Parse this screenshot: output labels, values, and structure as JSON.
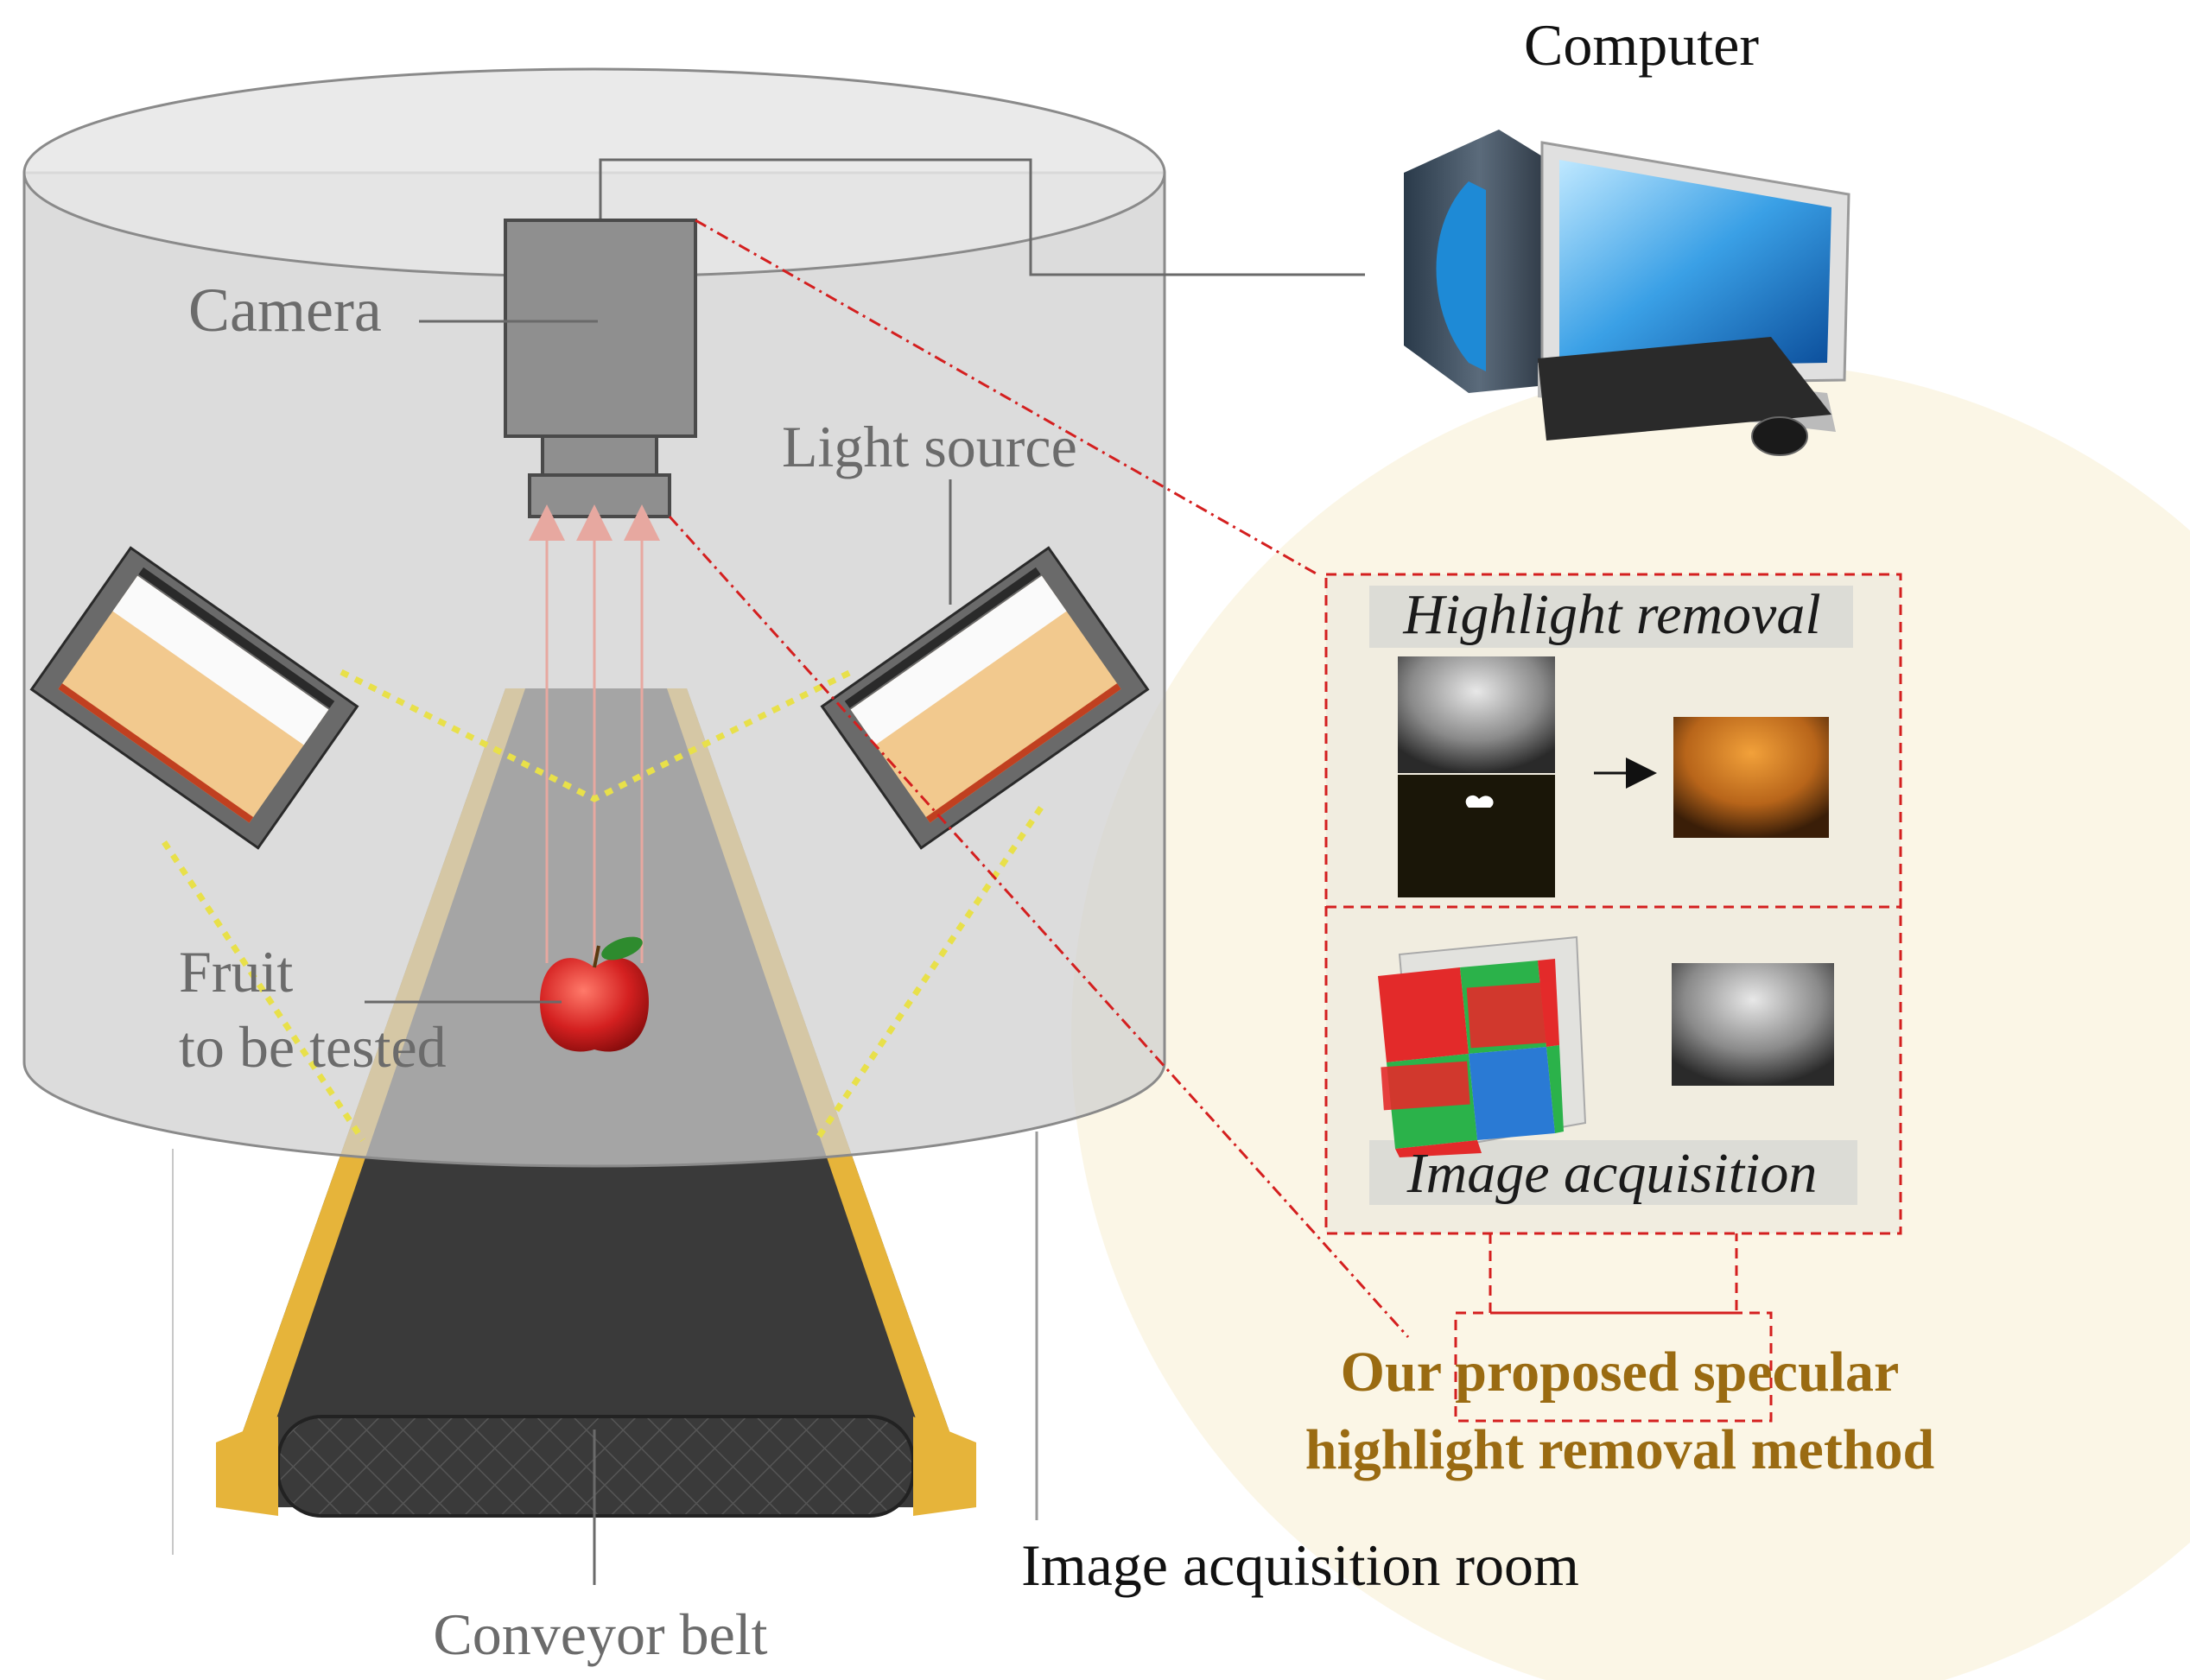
{
  "labels": {
    "computer": "Computer",
    "camera": "Camera",
    "light_source": "Light source",
    "fruit_line1": "Fruit",
    "fruit_line2": "to be tested",
    "conveyor_belt": "Conveyor belt",
    "room": "Image acquisition room",
    "highlight_removal": "Highlight removal",
    "image_acquisition": "Image acquisition",
    "method_line1": "Our proposed specular",
    "method_line2": "highlight removal method"
  },
  "colors": {
    "room_fill": "#cfcfcf",
    "method_circle": "#fbf6e6",
    "dashed_red": "#d41f1f",
    "yellow_beam": "#e8e04a",
    "belt_rail": "#e6b43a",
    "belt_surface": "#3a3a3a",
    "method_text": "#9a6b12"
  },
  "icons": {
    "computer": "desktop-computer-icon",
    "camera": "industrial-camera-icon",
    "light": "led-light-panel-icon",
    "fruit": "apple-icon",
    "sensor": "bayer-filter-sensor-icon"
  }
}
